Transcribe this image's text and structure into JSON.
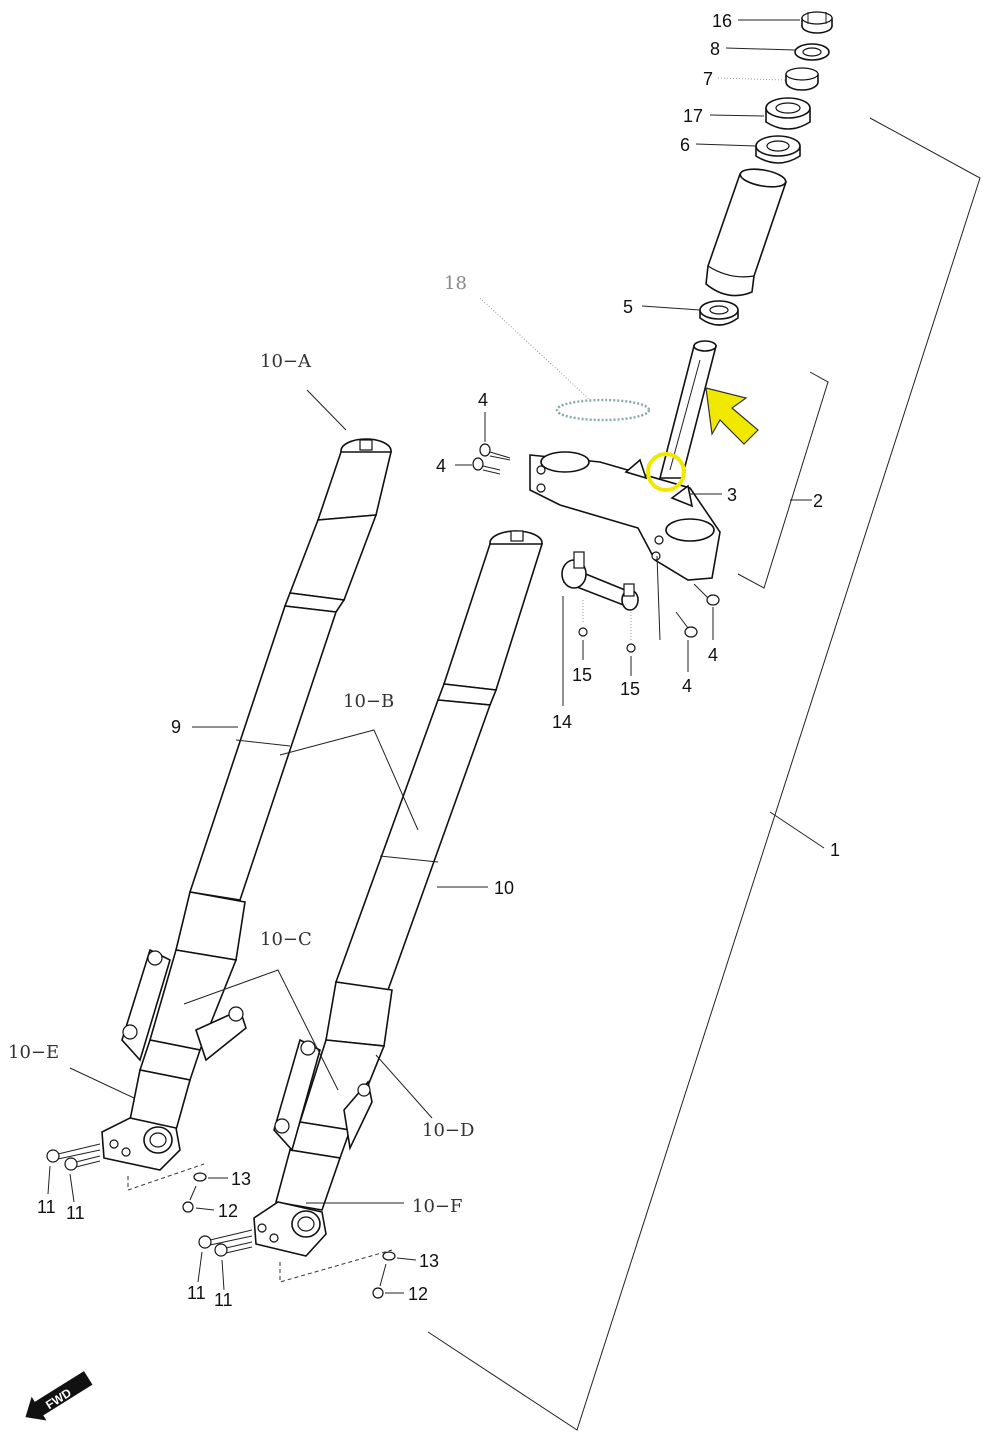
{
  "colors": {
    "highlight": "#f1e800",
    "line": "#111111",
    "callout_faint": "#999999",
    "fwd_badge": "#111111"
  },
  "fwd_badge": {
    "text": "FWD"
  },
  "callouts": {
    "c16": "16",
    "c8": "8",
    "c7": "7",
    "c17": "17",
    "c6": "6",
    "c18": "18",
    "c5": "5",
    "c10a": "10−A",
    "c4_top1": "4",
    "c4_top2": "4",
    "c3": "3",
    "c2": "2",
    "c4_right1": "4",
    "c4_right2": "4",
    "c15_1": "15",
    "c15_2": "15",
    "c14": "14",
    "c9": "9",
    "c10b": "10−B",
    "c10": "10",
    "c1": "1",
    "c10c": "10−C",
    "c10e": "10−E",
    "c10d": "10−D",
    "c10f": "10−F",
    "c11_l1": "11",
    "c11_l2": "11",
    "c13_l": "13",
    "c12_l": "12",
    "c11_r1": "11",
    "c11_r2": "11",
    "c13_r": "13",
    "c12_r": "12"
  }
}
